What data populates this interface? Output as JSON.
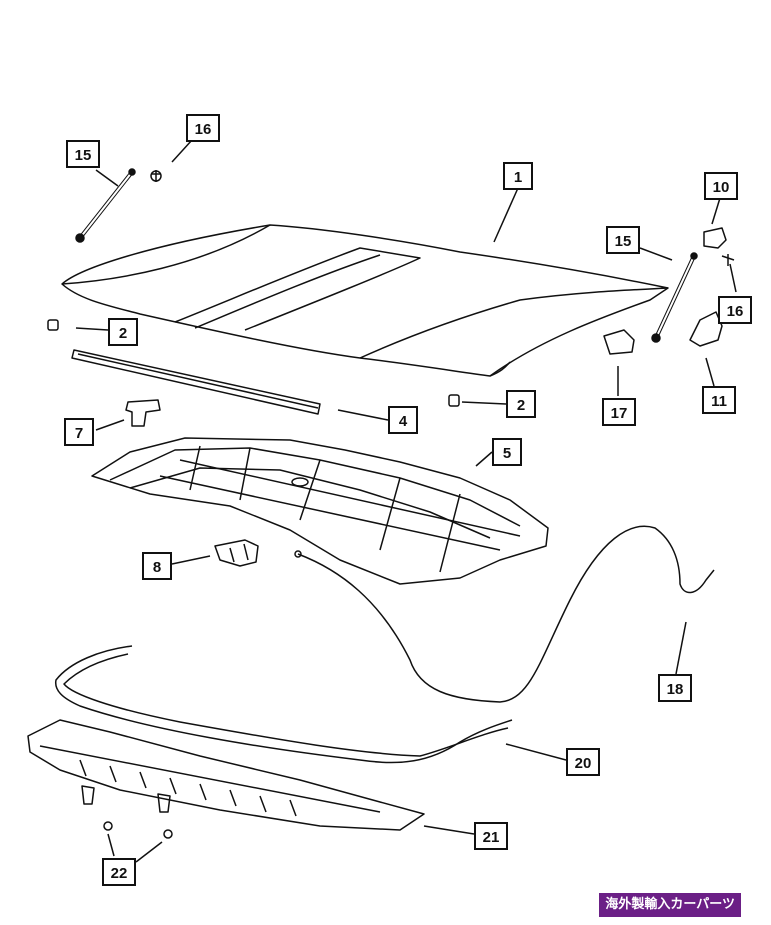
{
  "callouts": {
    "c1": "1",
    "c2a": "2",
    "c2b": "2",
    "c4": "4",
    "c5": "5",
    "c7": "7",
    "c8": "8",
    "c10": "10",
    "c11": "11",
    "c15a": "15",
    "c15b": "15",
    "c16a": "16",
    "c16b": "16",
    "c17": "17",
    "c18": "18",
    "c20": "20",
    "c21": "21",
    "c22": "22"
  },
  "watermark": "海外製輸入カーパーツ",
  "colors": {
    "line": "#111111",
    "watermark_bg": "#6b1f86",
    "watermark_text": "#ffffff"
  }
}
